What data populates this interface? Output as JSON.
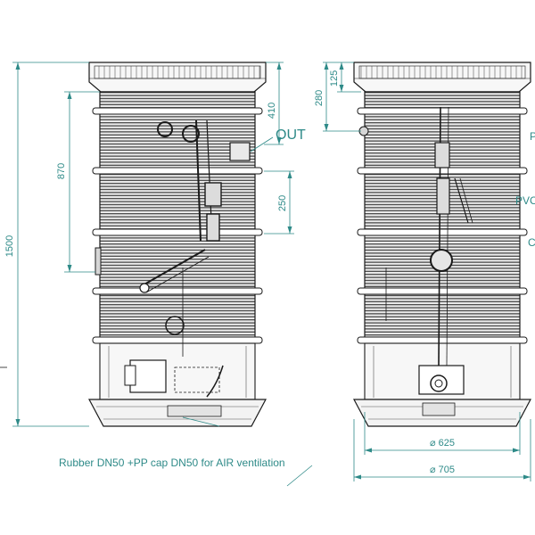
{
  "dimensions": {
    "height_total": "1500",
    "height_inlet": "870",
    "height_outlet": "410",
    "height_pump": "250",
    "cover_height": "125",
    "cover_to_ring": "280",
    "diameter_inner": "⌀ 625",
    "diameter_outer": "⌀ 705"
  },
  "labels": {
    "outlet": "OUT",
    "note": "Rubber DN50 +PP cap DN50 for AIR ventilation",
    "side_p": "P",
    "side_pvc": "PVC",
    "side_c": "C"
  },
  "colors": {
    "dimension": "#2e8a88",
    "linework": "#1a1a1a",
    "body_fill": "#f4f4f4"
  }
}
